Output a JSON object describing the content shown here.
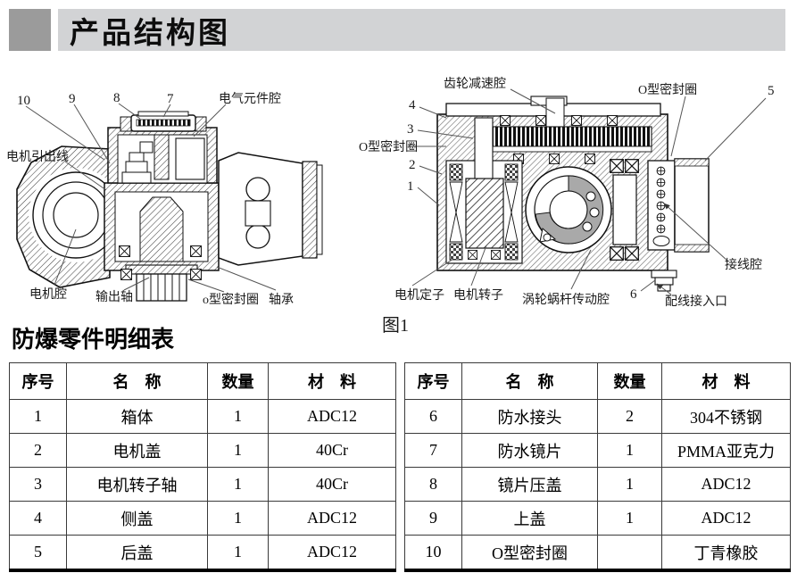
{
  "header": {
    "title": "产品结构图"
  },
  "figure_caption": "图1",
  "figure_left": {
    "callouts": {
      "n10": "10",
      "n9": "9",
      "n8": "8",
      "n7": "7",
      "electrical_chamber": "电气元件腔",
      "motor_lead_wire": "电机引出线",
      "motor_chamber": "电机腔",
      "output_shaft": "输出轴",
      "o_ring": "o型密封圈",
      "bearing": "轴承"
    }
  },
  "figure_right": {
    "callouts": {
      "gear_reduction_chamber": "齿轮减速腔",
      "o_ring_top": "O型密封圈",
      "n5": "5",
      "n4": "4",
      "n3": "3",
      "o_ring_left": "O型密封圈",
      "n2": "2",
      "n1": "1",
      "terminal_chamber": "接线腔",
      "motor_stator": "电机定子",
      "motor_rotor": "电机转子",
      "worm_drive_chamber": "涡轮蜗杆传动腔",
      "n6": "6",
      "wiring_inlet": "配线接入口"
    }
  },
  "parts_table": {
    "title": "防爆零件明细表",
    "headers": {
      "no": "序号",
      "name": "名　称",
      "qty": "数量",
      "material": "材　料"
    },
    "left_rows": [
      {
        "no": "1",
        "name": "箱体",
        "qty": "1",
        "material": "ADC12"
      },
      {
        "no": "2",
        "name": "电机盖",
        "qty": "1",
        "material": "40Cr"
      },
      {
        "no": "3",
        "name": "电机转子轴",
        "qty": "1",
        "material": "40Cr"
      },
      {
        "no": "4",
        "name": "侧盖",
        "qty": "1",
        "material": "ADC12"
      },
      {
        "no": "5",
        "name": "后盖",
        "qty": "1",
        "material": "ADC12"
      }
    ],
    "right_rows": [
      {
        "no": "6",
        "name": "防水接头",
        "qty": "2",
        "material": "304不锈钢"
      },
      {
        "no": "7",
        "name": "防水镜片",
        "qty": "1",
        "material": "PMMA亚克力"
      },
      {
        "no": "8",
        "name": "镜片压盖",
        "qty": "1",
        "material": "ADC12"
      },
      {
        "no": "9",
        "name": "上盖",
        "qty": "1",
        "material": "ADC12"
      },
      {
        "no": "10",
        "name": "O型密封圈",
        "qty": "",
        "material": "丁青橡胶"
      }
    ]
  }
}
